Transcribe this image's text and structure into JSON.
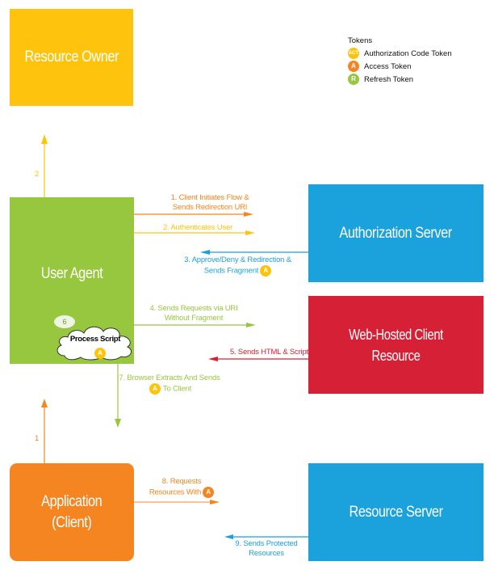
{
  "legend": {
    "title": "Tokens",
    "items": [
      {
        "badge": "ACT",
        "label": "Authorization Code Token",
        "color": "#fec40d"
      },
      {
        "badge": "A",
        "label": "Access Token",
        "color": "#f58521"
      },
      {
        "badge": "R",
        "label": "Refresh Token",
        "color": "#97c73e"
      }
    ]
  },
  "nodes": {
    "resource_owner": {
      "label": "Resource Owner",
      "color": "#fec40d"
    },
    "user_agent": {
      "label": "User Agent",
      "color": "#97c73e"
    },
    "authorization_server": {
      "label": "Authorization Server",
      "color": "#1ba1dc"
    },
    "web_hosted_client": {
      "label": "Web-Hosted Client Resource",
      "color": "#d62036"
    },
    "application": {
      "label_line1": "Application",
      "label_line2": "(Client)",
      "color": "#f58521"
    },
    "resource_server": {
      "label": "Resource Server",
      "color": "#1ba1dc"
    }
  },
  "cloud": {
    "step": "6",
    "label": "Process Script",
    "token": "A"
  },
  "edges": {
    "e1_vertical": {
      "label": "1",
      "from": "Application (Client)",
      "to": "User Agent"
    },
    "e2_vertical": {
      "label": "2",
      "from": "User Agent",
      "to": "Resource Owner"
    },
    "s1": {
      "line1": "1. Client Initiates Flow &",
      "line2": "Sends Redirection URI"
    },
    "s2": {
      "line1": "2. Authenticates User"
    },
    "s3": {
      "line1": "3. Approve/Deny & Redirection &",
      "line2": "Sends Fragment",
      "token": "A"
    },
    "s4": {
      "line1": "4.  Sends Requests via URI",
      "line2": "Without Fragment"
    },
    "s5": {
      "line1": "5. Sends HTML & Script"
    },
    "s7": {
      "line1": "7. Browser Extracts And Sends",
      "line2": "To Client",
      "token": "A"
    },
    "s8": {
      "line1": "8. Requests",
      "line2": "Resources With",
      "token": "A"
    },
    "s9": {
      "line1": "9. Sends Protected",
      "line2": "Resources"
    }
  }
}
